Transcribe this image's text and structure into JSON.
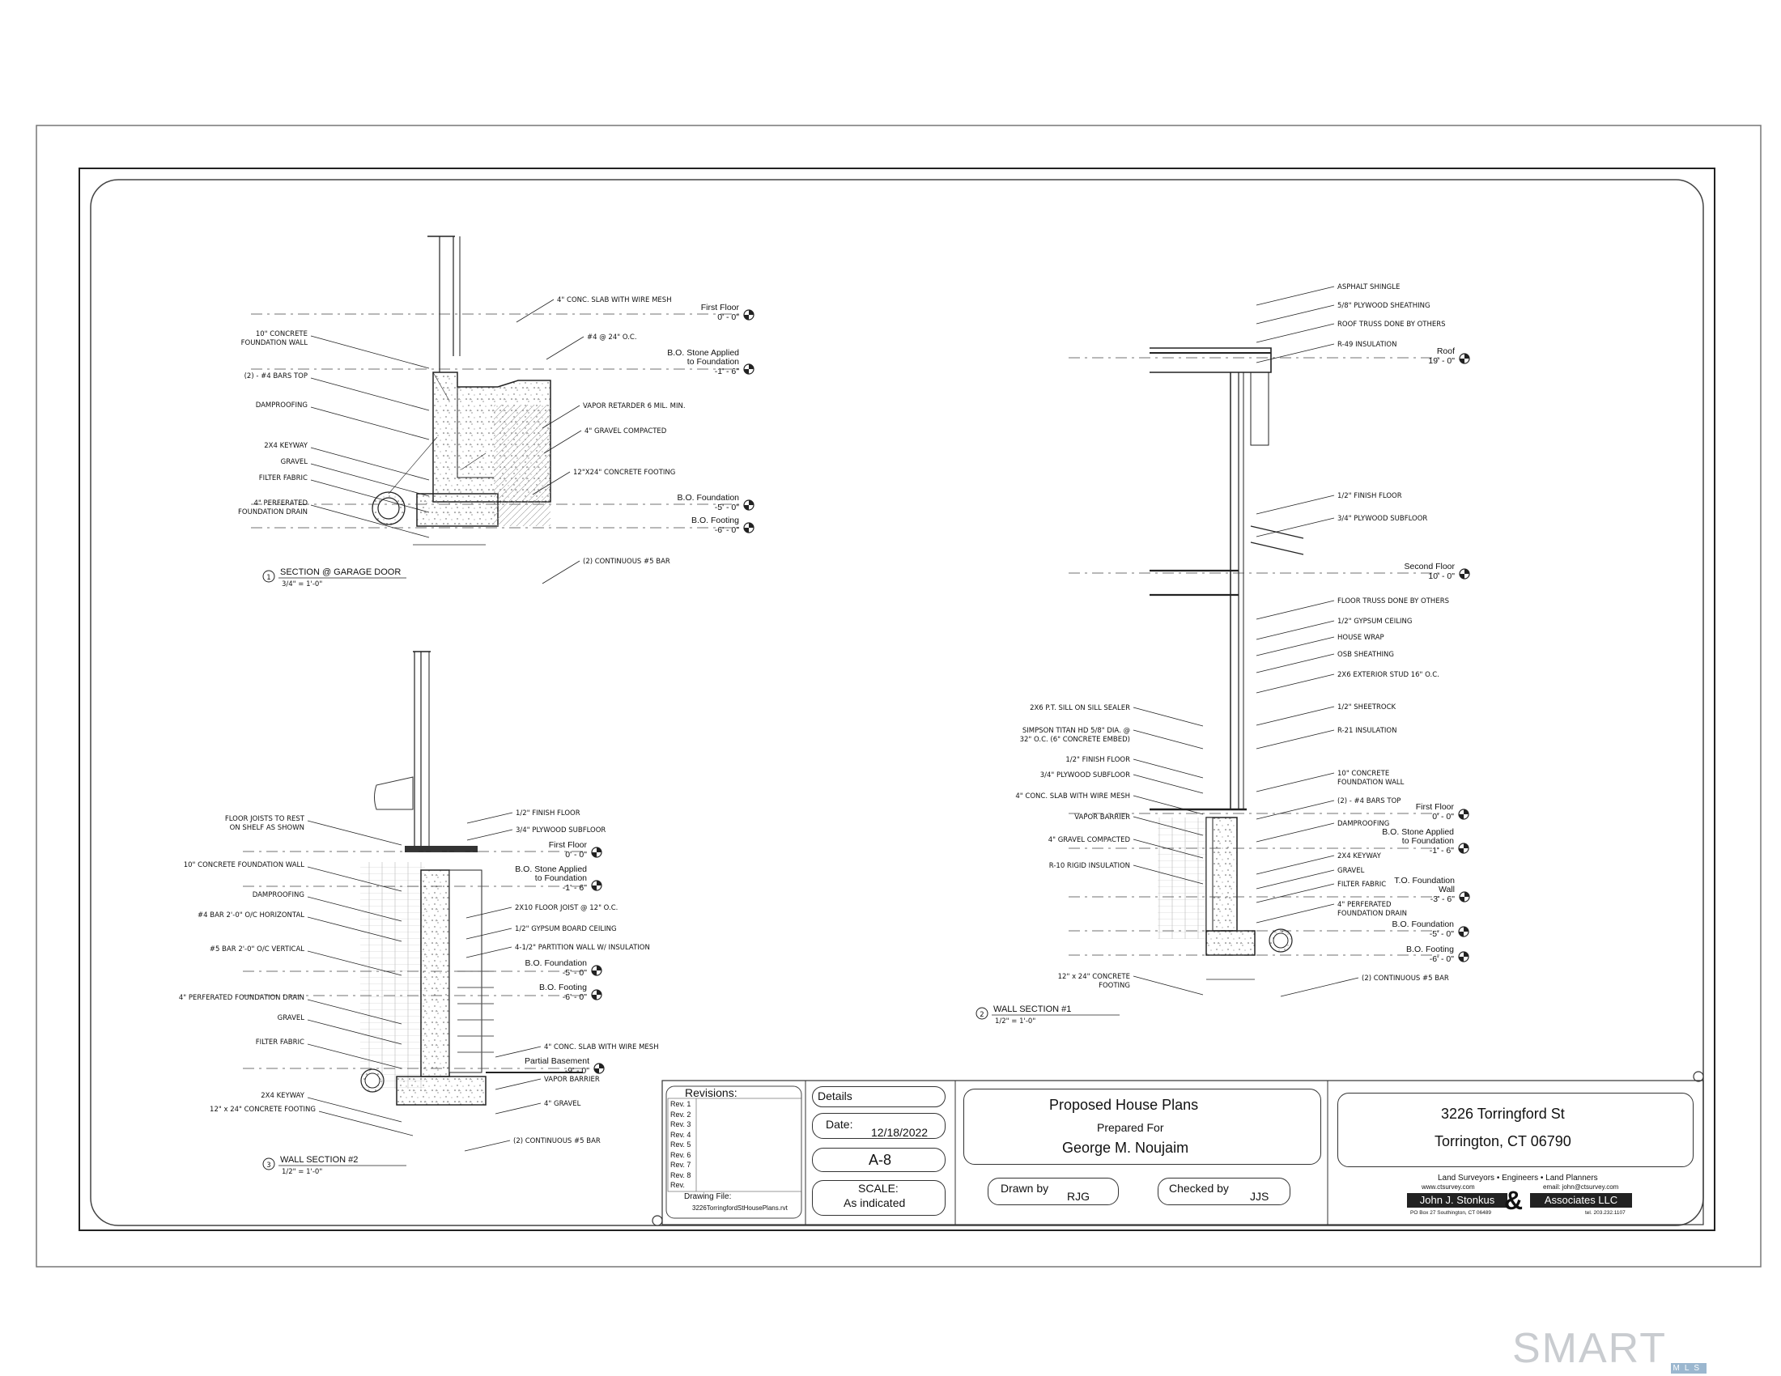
{
  "section1": {
    "title": "SECTION @ GARAGE DOOR",
    "scale": "3/4\" = 1'-0\"",
    "number": "1",
    "notes_right": [
      "4\" CONC. SLAB WITH WIRE MESH",
      "#4 @ 24\" O.C.",
      "VAPOR RETARDER 6 MIL. MIN.",
      "4\" GRAVEL COMPACTED",
      "12\"X24\" CONCRETE FOOTING",
      "(2) CONTINUOUS #5 BAR"
    ],
    "notes_left": [
      "10\" CONCRETE FOUNDATION WALL",
      "(2) - #4 BARS TOP",
      "DAMPROOFING",
      "2X4 KEYWAY",
      "GRAVEL",
      "FILTER FABRIC",
      "4\" PERFERATED FOUNDATION DRAIN"
    ],
    "levels": [
      {
        "name": "First Floor",
        "value": "0' - 0\""
      },
      {
        "name": "B.O. Stone Applied to Foundation",
        "value": "-1' - 6\""
      },
      {
        "name": "B.O. Foundation",
        "value": "-5' - 0\""
      },
      {
        "name": "B.O. Footing",
        "value": "-6' - 0\""
      }
    ]
  },
  "section3": {
    "title": "WALL SECTION #2",
    "scale": "1/2\" = 1'-0\"",
    "number": "3",
    "notes_left": [
      "FLOOR JOISTS TO REST ON SHELF AS SHOWN",
      "10\" CONCRETE FOUNDATION WALL",
      "DAMPROOFING",
      "#4 BAR 2'-0\" O/C HORIZONTAL",
      "#5 BAR 2'-0\" O/C VERTICAL",
      "4\" PERFERATED FOUNDATION DRAIN",
      "GRAVEL",
      "FILTER FABRIC",
      "2X4 KEYWAY",
      "12\" x 24\" CONCRETE FOOTING"
    ],
    "notes_right": [
      "1/2\" FINISH FLOOR",
      "3/4\" PLYWOOD SUBFLOOR",
      "2X10 FLOOR JOIST @ 12\" O.C.",
      "1/2\" GYPSUM BOARD CEILING",
      "4-1/2\" PARTITION WALL W/ INSULATION",
      "4\" CONC. SLAB WITH WIRE MESH",
      "VAPOR BARRIER",
      "4\" GRAVEL",
      "(2) CONTINUOUS #5 BAR"
    ],
    "levels": [
      {
        "name": "First Floor",
        "value": "0' - 0\""
      },
      {
        "name": "B.O. Stone Applied to Foundation",
        "value": "-1' - 6\""
      },
      {
        "name": "B.O. Foundation",
        "value": "-5' - 0\""
      },
      {
        "name": "B.O. Footing",
        "value": "-6' - 0\""
      },
      {
        "name": "Partial Basement",
        "value": "-9' - 0\""
      }
    ]
  },
  "section2": {
    "title": "WALL SECTION #1",
    "scale": "1/2\" = 1'-0\"",
    "number": "2",
    "notes_right": [
      "ASPHALT SHINGLE",
      "5/8\" PLYWOOD SHEATHING",
      "ROOF TRUSS DONE BY OTHERS",
      "R-49 INSULATION",
      "1/2\" FINISH FLOOR",
      "3/4\" PLYWOOD SUBFLOOR",
      "FLOOR TRUSS DONE BY OTHERS",
      "1/2\" GYPSUM CEILING",
      "HOUSE WRAP",
      "OSB SHEATHING",
      "2X6 EXTERIOR STUD 16\" O.C.",
      "1/2\" SHEETROCK",
      "R-21 INSULATION",
      "10\" CONCRETE FOUNDATION WALL",
      "(2) - #4 BARS TOP",
      "DAMPROOFING",
      "2X4 KEYWAY",
      "GRAVEL",
      "FILTER FABRIC",
      "4\" PERFERATED FOUNDATION DRAIN",
      "(2) CONTINUOUS #5 BAR"
    ],
    "notes_left": [
      "2X6 P.T. SILL ON SILL SEALER",
      "SIMPSON TITAN HD 5/8\" DIA. @ 32\" O.C. (6\" CONCRETE EMBED)",
      "1/2\" FINISH FLOOR",
      "3/4\" PLYWOOD SUBFLOOR",
      "4\" CONC. SLAB WITH WIRE MESH",
      "VAPOR BARRIER",
      "4\" GRAVEL COMPACTED",
      "R-10 RIGID INSULATION",
      "12\" x 24\" CONCRETE FOOTING"
    ],
    "levels": [
      {
        "name": "Roof",
        "value": "19' - 0\""
      },
      {
        "name": "Second Floor",
        "value": "10' - 0\""
      },
      {
        "name": "First Floor",
        "value": "0' - 0\""
      },
      {
        "name": "B.O. Stone Applied to Foundation",
        "value": "-1' - 6\""
      },
      {
        "name": "T.O. Foundation Wall",
        "value": "-3' - 6\""
      },
      {
        "name": "B.O. Foundation",
        "value": "-5' - 0\""
      },
      {
        "name": "B.O. Footing",
        "value": "-6' - 0\""
      }
    ]
  },
  "title_block": {
    "revisions_label": "Revisions:",
    "revisions": [
      "Rev. 1",
      "Rev. 2",
      "Rev. 3",
      "Rev. 4",
      "Rev. 5",
      "Rev. 6",
      "Rev. 7",
      "Rev. 8",
      "Rev."
    ],
    "drawing_file_label": "Drawing File:",
    "drawing_file": "3226TorringfordStHousePlans.rvt",
    "details_label": "Details",
    "date_label": "Date:",
    "date": "12/18/2022",
    "sheet": "A-8",
    "scale_label": "SCALE:",
    "scale": "As indicated",
    "project_title": "Proposed House Plans",
    "prepared_for": "Prepared For",
    "client": "George M. Noujaim",
    "drawn_by_label": "Drawn by",
    "drawn_by": "RJG",
    "checked_by_label": "Checked by",
    "checked_by": "JJS",
    "address_line1": "3226 Torringford St",
    "address_line2": "Torrington, CT 06790",
    "firm_tagline": "Land Surveyors • Engineers • Land Planners",
    "firm_web": "www.ctsurvey.com",
    "firm_email": "email: john@ctsurvey.com",
    "firm_name_left": "John J. Stonkus",
    "firm_amp": "&",
    "firm_name_right": "Associates LLC",
    "firm_address": "PO Box 27 Southington, CT 06489",
    "firm_tel": "tel. 203.232.1107"
  },
  "watermark": {
    "text": "SMART",
    "suffix": "MLS"
  }
}
